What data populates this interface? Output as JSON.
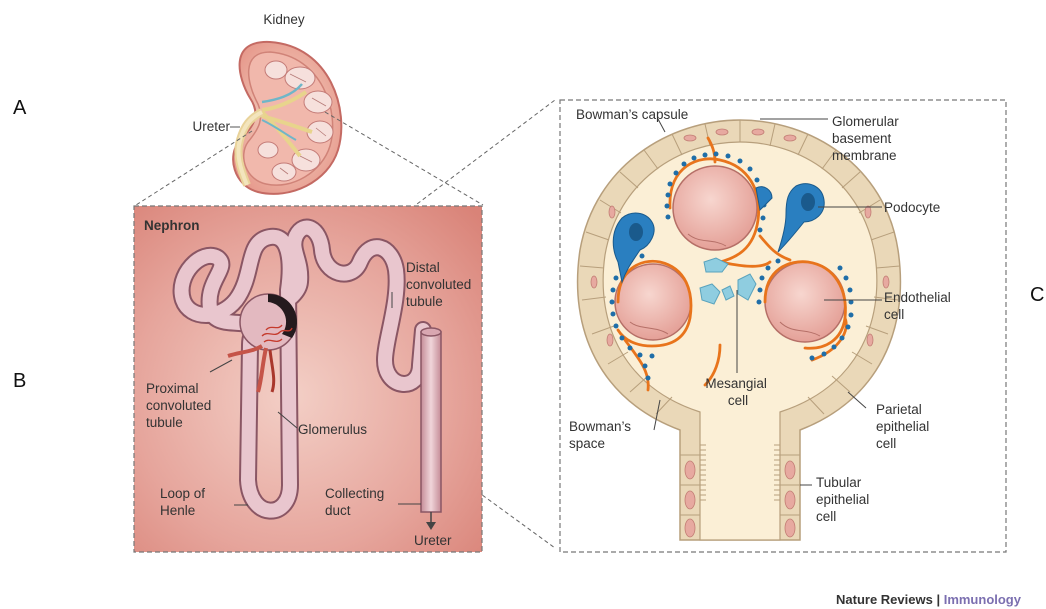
{
  "panel_letters": {
    "a": "A",
    "b": "B",
    "c": "C"
  },
  "kidney": {
    "title": "Kidney",
    "ureter_label": "Ureter"
  },
  "nephron": {
    "title": "Nephron",
    "distal": [
      "Distal",
      "convoluted",
      "tubule"
    ],
    "proximal": [
      "Proximal",
      "convoluted",
      "tubule"
    ],
    "glomerulus": "Glomerulus",
    "loop": [
      "Loop of",
      "Henle"
    ],
    "collecting": [
      "Collecting",
      "duct"
    ],
    "ureter": "Ureter"
  },
  "glomerulus_detail": {
    "bowmans_capsule": "Bowman’s capsule",
    "gbm": [
      "Glomerular",
      "basement",
      "membrane"
    ],
    "podocyte": "Podocyte",
    "endothelial": [
      "Endothelial",
      "cell"
    ],
    "mesangial": [
      "Mesangial",
      "cell"
    ],
    "bowmans_space": [
      "Bowman’s",
      "space"
    ],
    "parietal": [
      "Parietal",
      "epithelial",
      "cell"
    ],
    "tubular": [
      "Tubular",
      "epithelial",
      "cell"
    ]
  },
  "credit": {
    "journal": "Nature Reviews",
    "separator": " | ",
    "section": "Immunology"
  },
  "colors": {
    "nephron_bg": "#e2928a",
    "tubule": "#e8c9cf",
    "capsule_cell": "#ecdcc0",
    "space": "#fbefd6",
    "capillary": "#eab3ac",
    "gbm": "#e8741c",
    "podocyte": "#2a7fc0",
    "mesangial": "#8fcde0",
    "credit_accent": "#7b6fb0"
  }
}
